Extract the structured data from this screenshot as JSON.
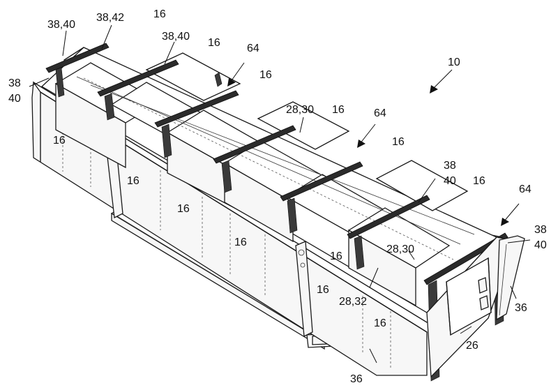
{
  "figure": {
    "reference_numerals": [
      {
        "id": "n-38-40-a",
        "text": "38,40"
      },
      {
        "id": "n-38-42",
        "text": "38,42"
      },
      {
        "id": "n-16-a",
        "text": "16"
      },
      {
        "id": "n-38-40-b",
        "text": "38,40"
      },
      {
        "id": "n-16-b",
        "text": "16"
      },
      {
        "id": "n-64-a",
        "text": "64"
      },
      {
        "id": "n-38-left",
        "text": "38"
      },
      {
        "id": "n-40-left",
        "text": "40"
      },
      {
        "id": "n-16-c",
        "text": "16"
      },
      {
        "id": "n-10",
        "text": "10"
      },
      {
        "id": "n-28-30-a",
        "text": "28,30"
      },
      {
        "id": "n-16-d",
        "text": "16"
      },
      {
        "id": "n-64-b",
        "text": "64"
      },
      {
        "id": "n-16-e",
        "text": "16"
      },
      {
        "id": "n-16-f",
        "text": "16"
      },
      {
        "id": "n-16-g",
        "text": "16"
      },
      {
        "id": "n-38-mid",
        "text": "38"
      },
      {
        "id": "n-40-mid",
        "text": "40"
      },
      {
        "id": "n-16-h",
        "text": "16"
      },
      {
        "id": "n-16-i",
        "text": "16"
      },
      {
        "id": "n-64-c",
        "text": "64"
      },
      {
        "id": "n-16-j",
        "text": "16"
      },
      {
        "id": "n-38-right",
        "text": "38"
      },
      {
        "id": "n-40-right",
        "text": "40"
      },
      {
        "id": "n-28-30-b",
        "text": "28,30"
      },
      {
        "id": "n-16-k",
        "text": "16"
      },
      {
        "id": "n-16-l",
        "text": "16"
      },
      {
        "id": "n-36-a",
        "text": "36"
      },
      {
        "id": "n-28-32",
        "text": "28,32"
      },
      {
        "id": "n-16-m",
        "text": "16"
      },
      {
        "id": "n-26",
        "text": "26"
      },
      {
        "id": "n-36-b",
        "text": "36"
      }
    ]
  }
}
